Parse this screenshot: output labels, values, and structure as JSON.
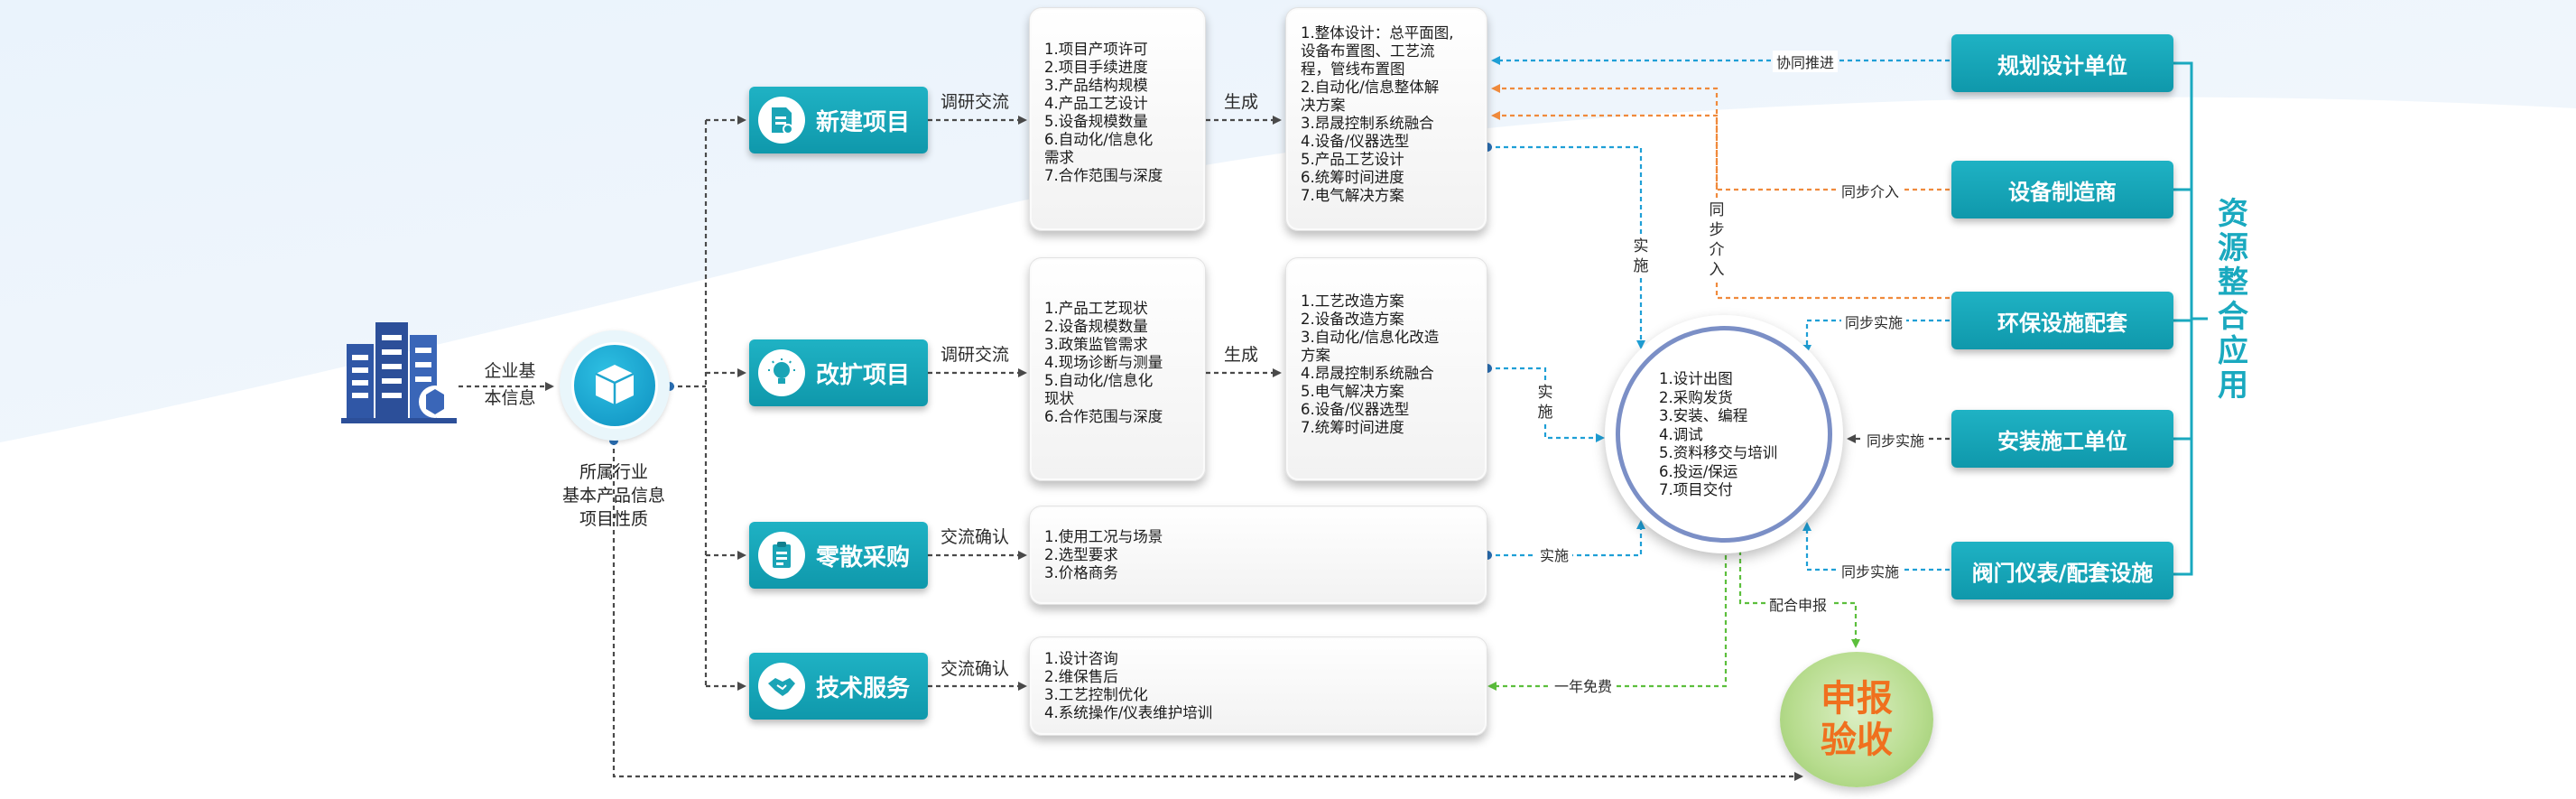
{
  "entry": {
    "enterprise_info": [
      "企业基",
      "本信息"
    ],
    "hub_info": [
      "所属行业",
      "基本产品信息",
      "项目性质"
    ]
  },
  "projects": [
    {
      "label": "新建项目",
      "icon": "document-icon",
      "link_label": "调研交流"
    },
    {
      "label": "改扩项目",
      "icon": "lightbulb-icon",
      "link_label": "调研交流"
    },
    {
      "label": "零散采购",
      "icon": "clipboard-icon",
      "link_label": "交流确认"
    },
    {
      "label": "技术服务",
      "icon": "handshake-icon",
      "link_label": "交流确认"
    }
  ],
  "generate_label": "生成",
  "research_boxes": [
    {
      "items": [
        "1.项目产项许可",
        "2.项目手续进度",
        "3.产品结构规模",
        "4.产品工艺设计",
        "5.设备规模数量",
        "6.自动化/信息化",
        "需求",
        "7.合作范围与深度"
      ]
    },
    {
      "items": [
        "1.产品工艺现状",
        "2.设备规模数量",
        "3.政策监管需求",
        "4.现场诊断与测量",
        "5.自动化/信息化",
        "现状",
        "6.合作范围与深度"
      ]
    }
  ],
  "plan_boxes": [
    {
      "items": [
        "1.整体设计：总平面图,",
        "设备布置图、工艺流",
        "程，管线布置图",
        "2.自动化/信息整体解",
        "决方案",
        "3.昂晟控制系统融合",
        "4.设备/仪器选型",
        "5.产品工艺设计",
        "6.统筹时间进度",
        "7.电气解决方案"
      ]
    },
    {
      "items": [
        "1.工艺改造方案",
        "2.设备改造方案",
        "3.自动化/信息化改造",
        "方案",
        "4.昂晟控制系统融合",
        "5.电气解决方案",
        "6.设备/仪器选型",
        "7.统筹时间进度"
      ]
    }
  ],
  "purchase_box": {
    "items": [
      "1.使用工况与场景",
      "2.选型要求",
      "3.价格商务"
    ]
  },
  "service_box": {
    "items": [
      "1.设计咨询",
      "2.维保售后",
      "3.工艺控制优化",
      "4.系统操作/仪表维护培训"
    ]
  },
  "implementation": {
    "items": [
      "1.设计出图",
      "2.采购发货",
      "3.安装、编程",
      "4.调试",
      "5.资料移交与培训",
      "6.投运/保运",
      "7.项目交付"
    ]
  },
  "flow_labels": {
    "implement": "实施",
    "implement_v": [
      "实",
      "施"
    ],
    "sync_intervene_v": [
      "同",
      "步",
      "介",
      "入"
    ],
    "one_year_free": "一年免费",
    "cooperate_report": "配合申报",
    "collaborate": "协同推进",
    "sync_intervene": "同步介入",
    "sync_implement": "同步实施"
  },
  "partners": [
    {
      "label": "规划设计单位",
      "link": "协同推进"
    },
    {
      "label": "设备制造商",
      "link": "同步介入"
    },
    {
      "label": "环保设施配套",
      "link": "同步实施"
    },
    {
      "label": "安装施工单位",
      "link": "同步实施"
    },
    {
      "label": "阀门仪表/配套设施",
      "link": "同步实施"
    }
  ],
  "side_title": [
    "资",
    "源",
    "整",
    "合",
    "应",
    "用"
  ],
  "acceptance": [
    "申报",
    "验收"
  ],
  "colors": {
    "teal": "#14a5b8",
    "arrow_gray": "#4a4a4a",
    "arrow_blue": "#1e9fd6",
    "arrow_orange": "#f08a3c",
    "arrow_green": "#5cbf3c",
    "accept_text": "#f0701e"
  }
}
